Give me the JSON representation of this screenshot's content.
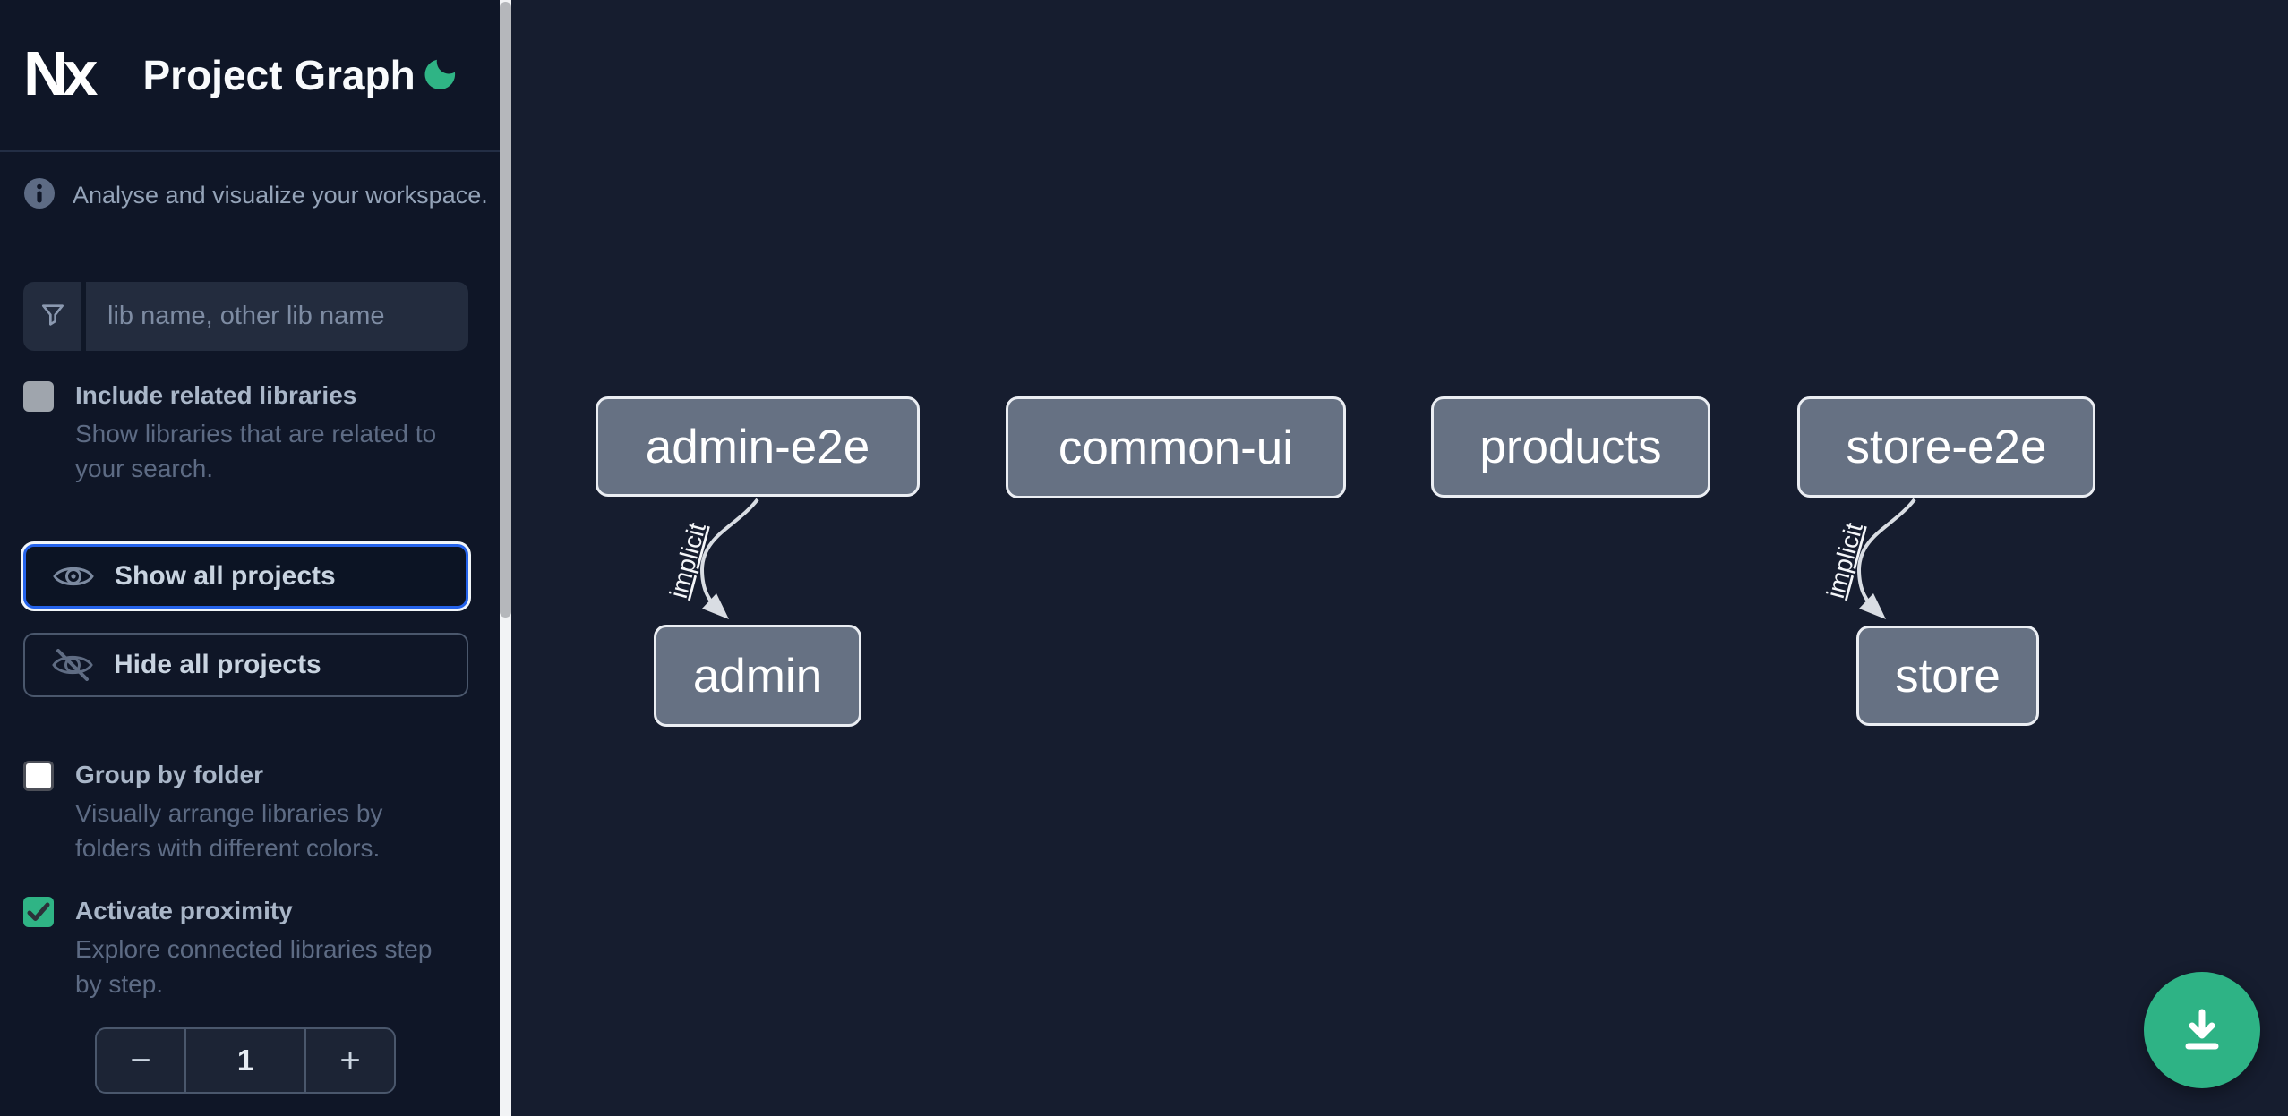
{
  "app": {
    "logo_text": "Nx",
    "title": "Project Graph",
    "theme_toggle_icon": "moon",
    "accent_green": "#2fb485",
    "focus_blue": "#2563eb"
  },
  "sidebar": {
    "tagline": "Analyse and visualize your workspace.",
    "search": {
      "icon": "filter-funnel-icon",
      "placeholder": "lib name, other lib name",
      "value": ""
    },
    "include_related": {
      "label": "Include related libraries",
      "desc_lines": [
        "Show libraries that are related to",
        "your search."
      ],
      "checked": false,
      "disabled": true
    },
    "show_all_label": "Show all projects",
    "hide_all_label": "Hide all projects",
    "group_by_folder": {
      "label": "Group by folder",
      "desc_lines": [
        "Visually arrange libraries by",
        "folders with different colors."
      ],
      "checked": false
    },
    "activate_proximity": {
      "label": "Activate proximity",
      "desc_lines": [
        "Explore connected libraries step",
        "by step."
      ],
      "checked": true
    },
    "proximity_stepper": {
      "decrement": "−",
      "value": "1",
      "increment": "+"
    }
  },
  "graph": {
    "nodes": [
      {
        "id": "admin-e2e",
        "label": "admin-e2e"
      },
      {
        "id": "common-ui",
        "label": "common-ui"
      },
      {
        "id": "products",
        "label": "products"
      },
      {
        "id": "store-e2e",
        "label": "store-e2e"
      },
      {
        "id": "admin",
        "label": "admin"
      },
      {
        "id": "store",
        "label": "store"
      }
    ],
    "edges": [
      {
        "source": "admin-e2e",
        "target": "admin",
        "label": "implicit",
        "type": "implicit"
      },
      {
        "source": "store-e2e",
        "target": "store",
        "label": "implicit",
        "type": "implicit"
      }
    ]
  },
  "fab": {
    "icon": "download"
  }
}
